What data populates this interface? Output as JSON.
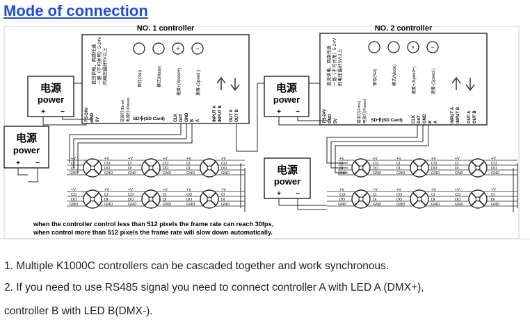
{
  "page": {
    "title": "Mode of connection"
  },
  "diagram": {
    "controller1_title": "NO. 1 controller",
    "controller2_title": "NO. 2 controller",
    "power_cn": "电源",
    "power_en": "power",
    "plus": "+",
    "minus": "−",
    "voltage": "7.5-24V",
    "gnd": "GND",
    "five_v": "5V",
    "error_light": "错误灯(Error)",
    "power_light": "电源灯(Power)",
    "sd_card": "SD卡(SD Card)",
    "clk": "CLK",
    "dat": "DAT",
    "gnd2": "GND",
    "b": "B",
    "a": "A",
    "input_a": "INPUT A",
    "input_b": "INPUT B",
    "out_a": "OUT A",
    "out_b": "OUT B",
    "cn_note_1": "直流供电，两路任选",
    "cn_note_2": "一路（不可并用）5-24V",
    "cn_note_3": "的电压最好5V以上",
    "btn_set": "保存(Set)",
    "btn_mode": "模式(Mode)",
    "btn_speed_up": "速度+(Speed+)",
    "btn_speed_down": "速度-(Speed-)",
    "pin_v": "+V",
    "pin_ci": "CI",
    "pin_di": "DI",
    "pin_gnd": "GND",
    "pin_co": "CO",
    "pin_do": "DO",
    "caption_1": "when the controller control less than 512 pixels the frame rate can reach 30fps,",
    "caption_2": "when control more than 512 pixels the frame rate will slow down automatically."
  },
  "notes": [
    "1. Multiple K1000C controllers can be cascaded together and work synchronous.",
    "2. If you need to use RS485 signal you need to connect controller A with LED A (DMX+),",
    "controller B with LED B(DMX-)."
  ]
}
